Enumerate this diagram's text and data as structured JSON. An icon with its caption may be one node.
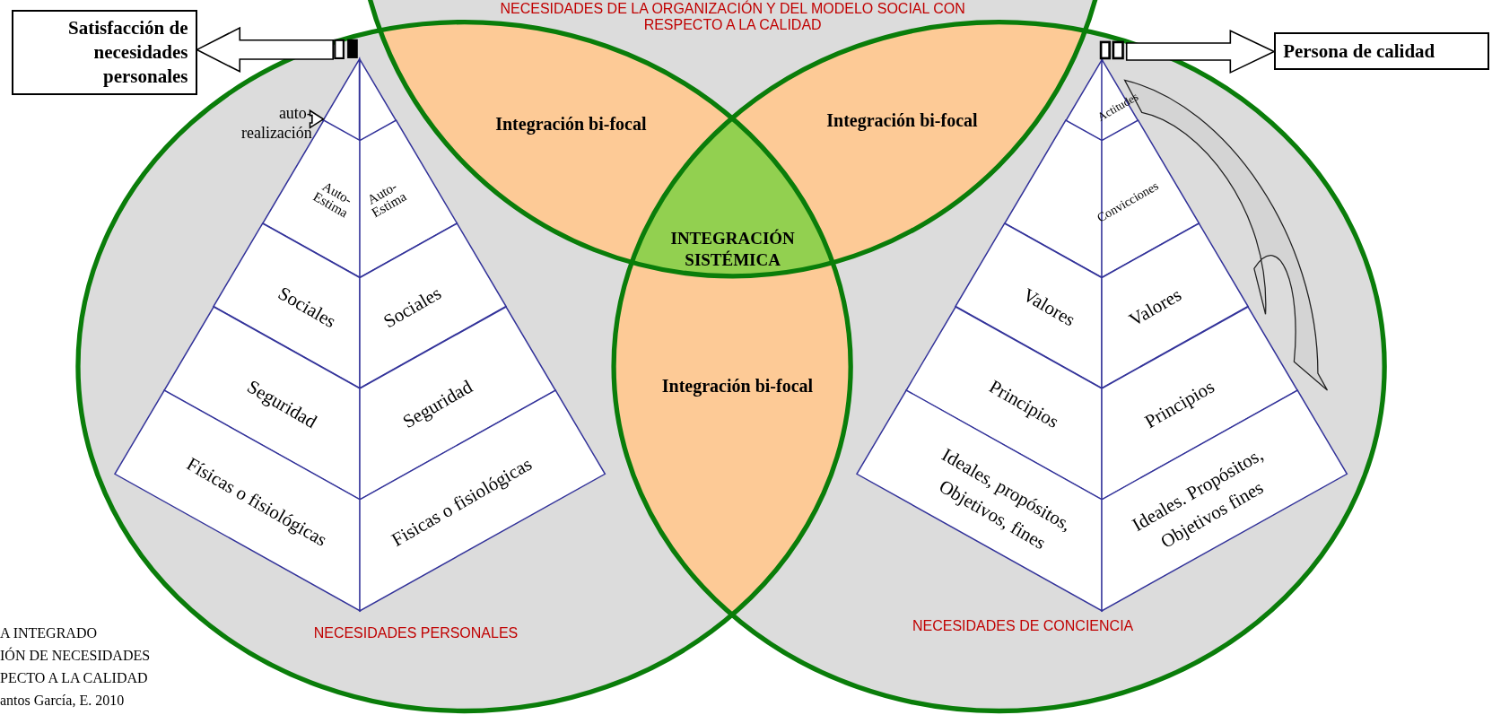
{
  "diagram": {
    "nodes": [
      {
        "text": [
          "Satisfacción de necesidades personales"
        ]
      },
      {
        "text": [
          "NECESIDADES DE LA ORGANIZACIÓN Y DEL MODELO SOCIAL CON RESPECTO A LA CALIDAD"
        ]
      },
      {
        "text": [
          "Persona de calidad"
        ]
      },
      {
        "text": [
          "NECESIDADES PERSONALES"
        ]
      },
      {
        "text": [
          "Integración bi-focal"
        ]
      },
      {
        "text": [
          "Integración bi-focal"
        ]
      },
      {
        "text": [
          "INTEGRACIÓN SISTÉMICA"
        ]
      },
      {
        "text": [
          "NECESIDADES DE CONCIENCIA"
        ]
      },
      {
        "text": [
          "Integración bi-focal"
        ]
      },
      {
        "text": [
          "auto- realización"
        ]
      },
      {
        "text": [],
        "shape": "triangle"
      },
      {
        "text": [],
        "shape": "triangle"
      },
      {
        "text": [
          "Auto- Estima"
        ]
      },
      {
        "text": [
          "Auto- Estima"
        ]
      },
      {
        "text": [
          "Sociales"
        ]
      },
      {
        "text": [
          "Sociales"
        ]
      },
      {
        "text": [
          "Seguridad"
        ]
      },
      {
        "text": [
          "Seguridad"
        ]
      },
      {
        "text": [
          "Físicas o fisiológicas"
        ]
      },
      {
        "text": [
          "Fisicas o fisiológicas"
        ]
      },
      {
        "text": [],
        "shape": "triangle"
      },
      {
        "text": [
          "Actitudes"
        ]
      },
      {
        "text": [],
        "shape": "trapezoid"
      },
      {
        "text": [
          "Convicciones"
        ]
      },
      {
        "text": [
          "Valores"
        ]
      },
      {
        "text": [
          "Valores"
        ]
      },
      {
        "text": [
          "Principios"
        ]
      },
      {
        "text": [
          "Principios"
        ]
      },
      {
        "text": [
          "Ideales, propósitos, Objetivos, fines"
        ]
      },
      {
        "text": [
          "Ideales. Propósitos, Objetivos fines"
        ]
      }
    ],
    "edges": [
      {
        "from": null,
        "to": 0,
        "arrow": "to",
        "style": "thick"
      },
      {
        "from": null,
        "to": 2,
        "arrow": "to",
        "style": "thick"
      },
      {
        "from": 9,
        "to": 10,
        "arrow": "to",
        "style": "thick"
      }
    ],
    "labels": [
      "A INTEGRADO",
      "IÓN DE NECESIDADES",
      "PECTO A LA CALIDAD",
      "antos García, E. 2010"
    ]
  }
}
